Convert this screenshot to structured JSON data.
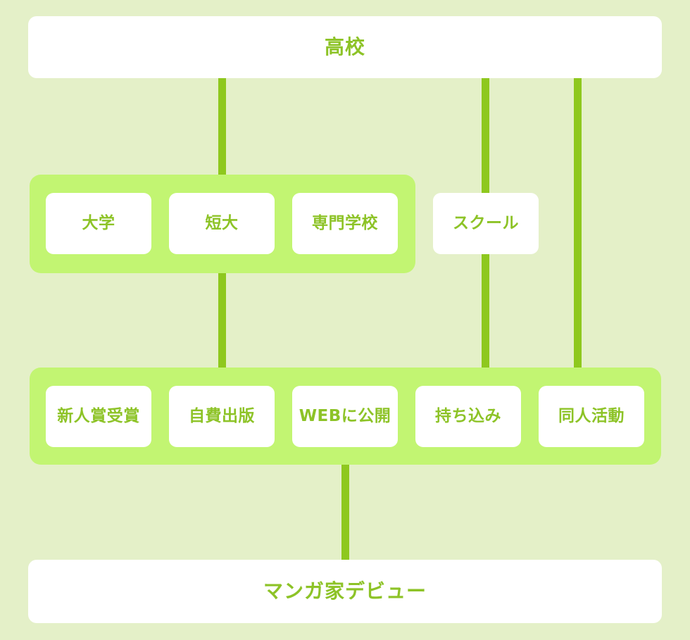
{
  "diagram": {
    "title_node": {
      "label": "高校"
    },
    "final_node": {
      "label": "マンガ家デビュー"
    },
    "groups": [
      {
        "name": "education-group",
        "items": [
          {
            "label": "大学"
          },
          {
            "label": "短大"
          },
          {
            "label": "専門学校"
          }
        ]
      },
      {
        "name": "debut-route-group",
        "items": [
          {
            "label": "新人賞受賞"
          },
          {
            "label": "自費出版"
          },
          {
            "label": "WEBに公開"
          },
          {
            "label": "持ち込み"
          },
          {
            "label": "同人活動"
          }
        ]
      }
    ],
    "standalone_items": [
      {
        "label": "スクール"
      }
    ],
    "colors": {
      "background": "#e4f0c8",
      "panel": "#c2f572",
      "connector": "#8ec81e",
      "text": "#8dc327",
      "card": "#ffffff"
    }
  }
}
